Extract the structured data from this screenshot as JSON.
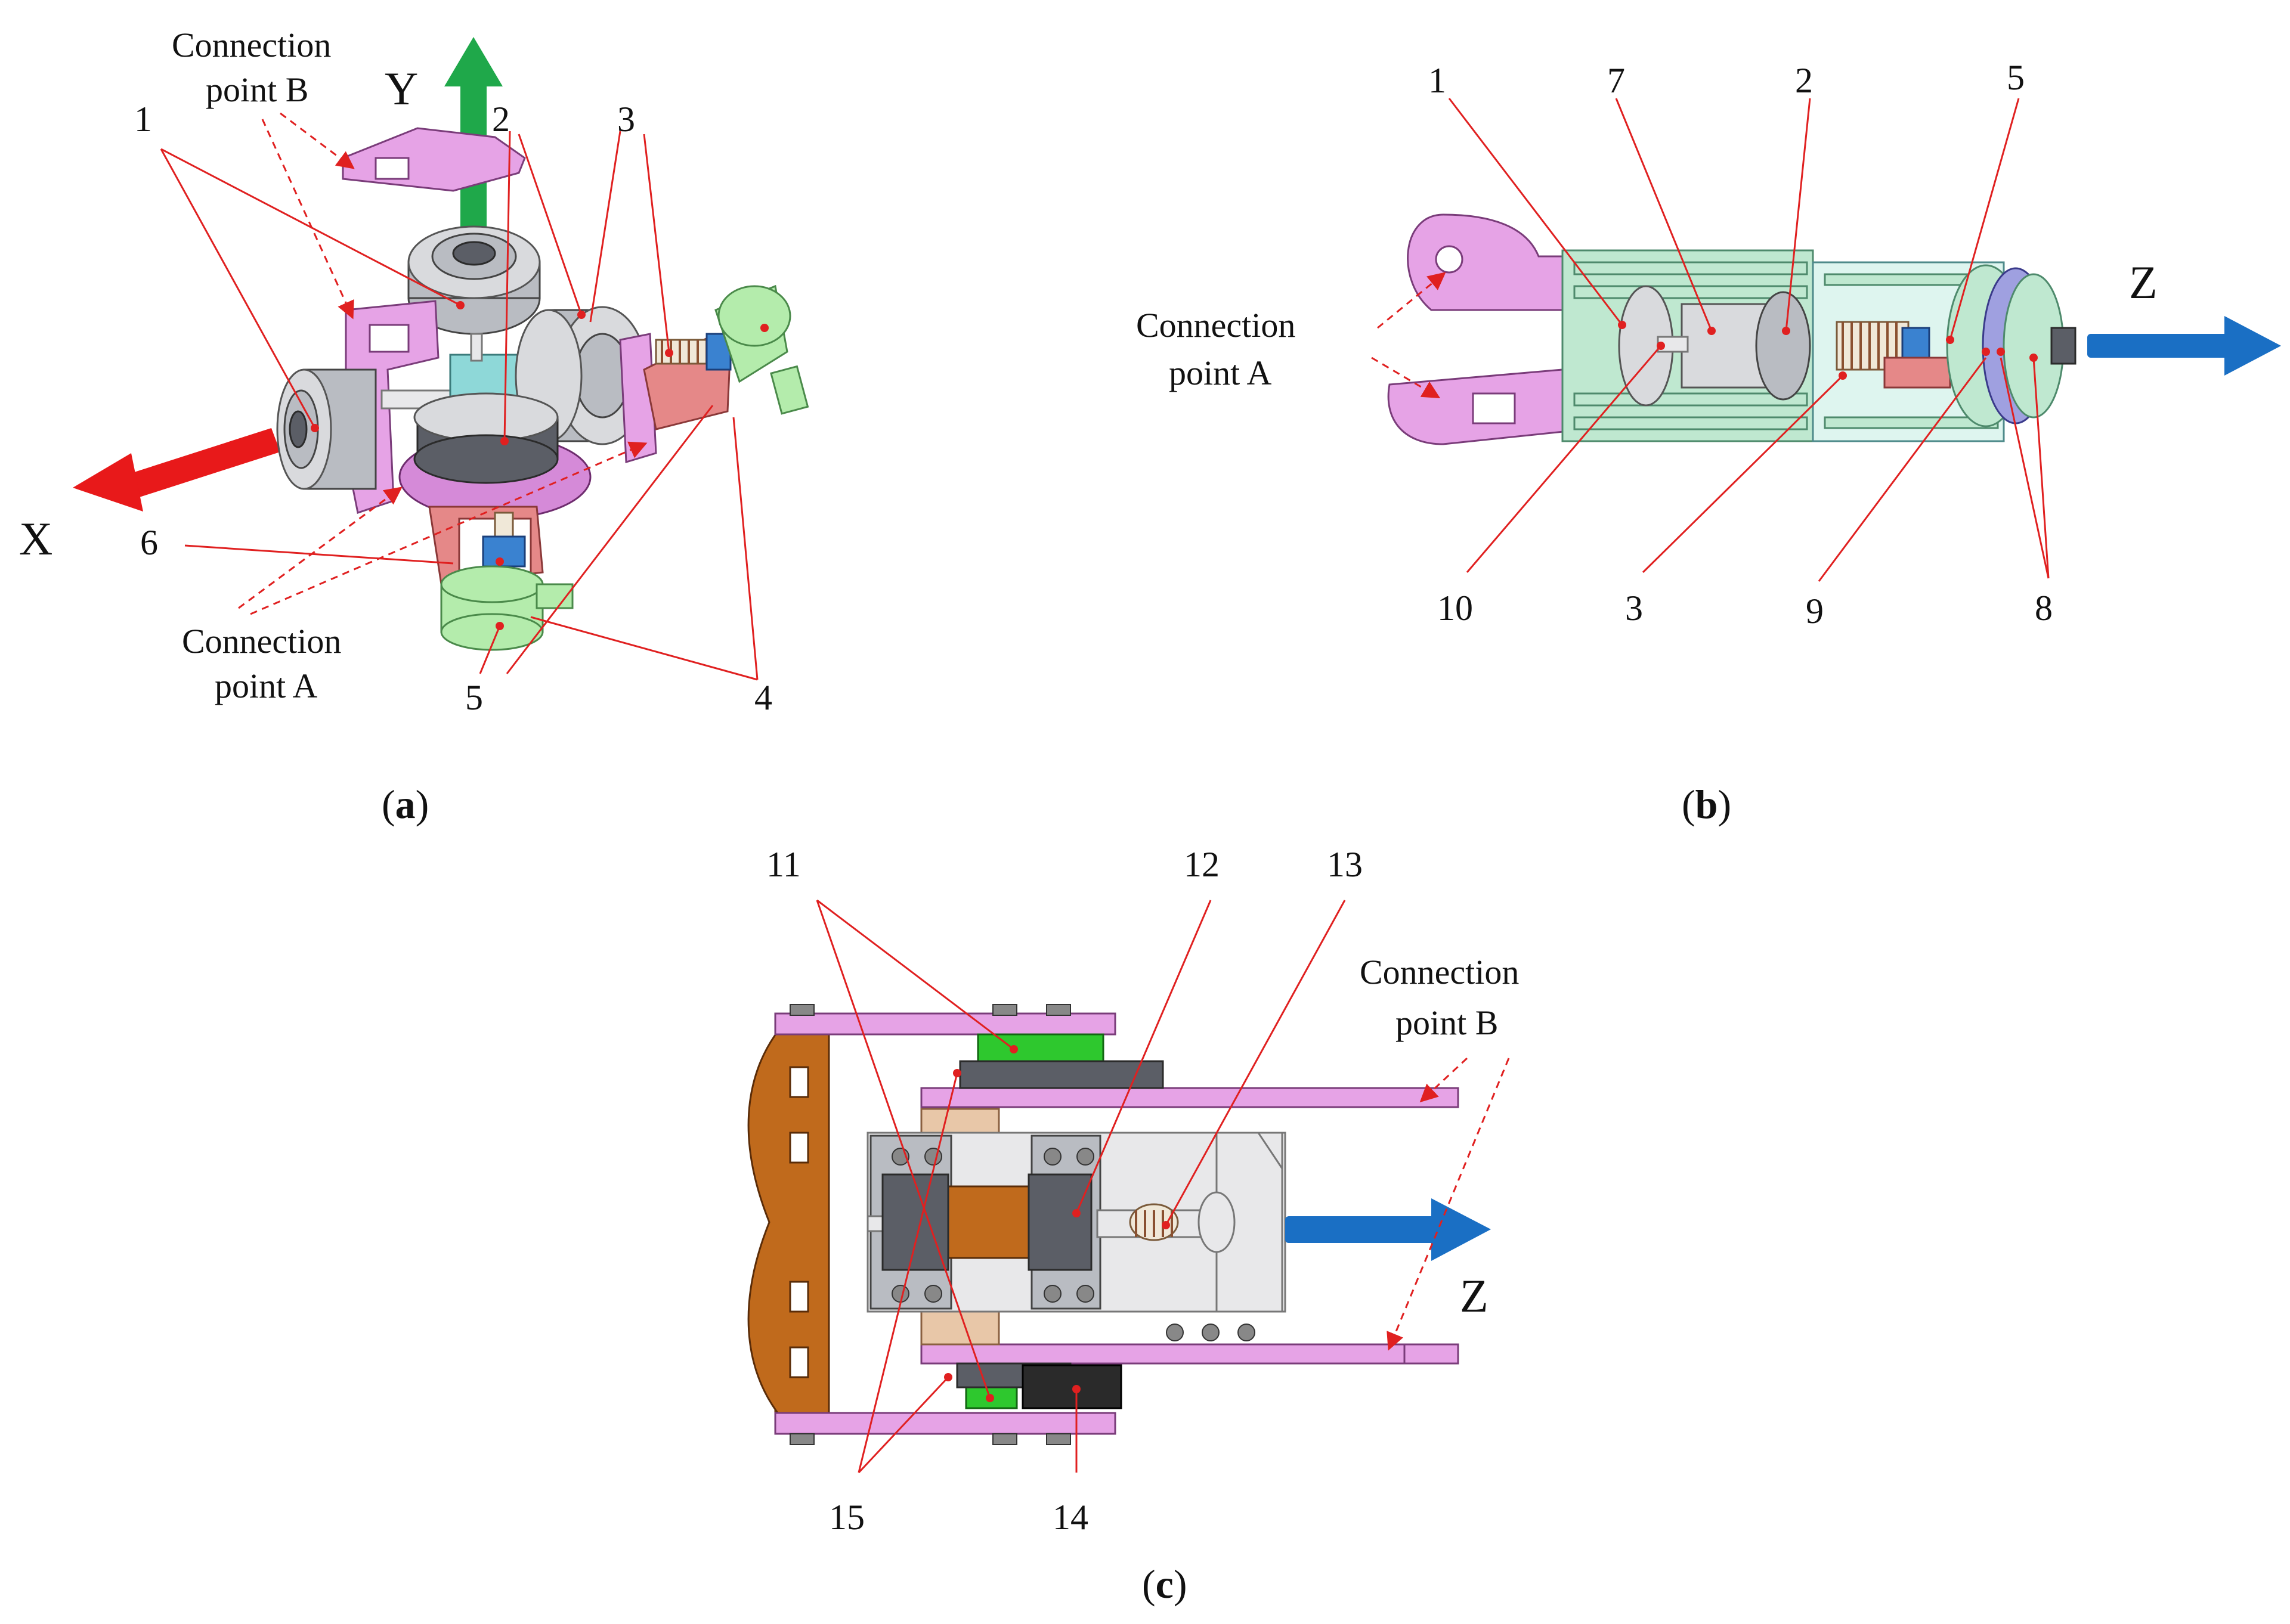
{
  "colors": {
    "axis_x": "#e8191a",
    "axis_y": "#1fa84a",
    "axis_z": "#1a6fc4",
    "leader": "#e02020"
  },
  "panel_a": {
    "caption_letter": "a",
    "axis_x": "X",
    "axis_y": "Y",
    "connection_b": [
      "Connection",
      "point B"
    ],
    "connection_a": [
      "Connection",
      "point A"
    ],
    "numbers": [
      "1",
      "2",
      "3",
      "4",
      "5",
      "6"
    ]
  },
  "panel_b": {
    "caption_letter": "b",
    "axis_z": "Z",
    "connection_a": [
      "Connection",
      "point A"
    ],
    "numbers_top": [
      "1",
      "7",
      "2",
      "5"
    ],
    "numbers_bottom": [
      "10",
      "3",
      "9",
      "8"
    ]
  },
  "panel_c": {
    "caption_letter": "c",
    "axis_z": "Z",
    "connection_b": [
      "Connection",
      "point B"
    ],
    "numbers_top": [
      "11",
      "12",
      "13"
    ],
    "numbers_bottom": [
      "15",
      "14"
    ]
  }
}
